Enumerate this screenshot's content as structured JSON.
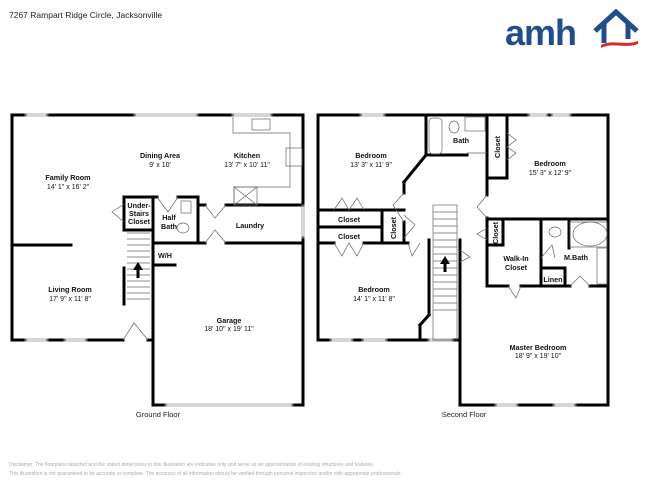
{
  "header": {
    "address": "7267 Rampart Ridge Circle, Jacksonville",
    "logo": {
      "text": "amh",
      "icon": "house-roof-icon",
      "brand_color": "#1f4e8c",
      "accent_color": "#d62b2b"
    }
  },
  "ground_floor": {
    "label": "Ground Floor",
    "rooms": {
      "family_room": {
        "name": "Family Room",
        "dims": "14' 1\" x 16' 2\""
      },
      "dining_area": {
        "name": "Dining Area",
        "dims": "9' x 10'"
      },
      "kitchen": {
        "name": "Kitchen",
        "dims": "13' 7\" x 10' 11\""
      },
      "under_stairs_closet": {
        "name_lines": [
          "Under-",
          "Stairs",
          "Closet"
        ]
      },
      "half_bath": {
        "name_lines": [
          "Half",
          "Bath"
        ]
      },
      "laundry": {
        "name": "Laundry"
      },
      "wh": {
        "name": "W/H"
      },
      "living_room": {
        "name": "Living Room",
        "dims": "17' 9\" x 11' 8\""
      },
      "garage": {
        "name": "Garage",
        "dims": "18' 10\" x 19' 11\""
      }
    }
  },
  "second_floor": {
    "label": "Second Floor",
    "rooms": {
      "bedroom_nw": {
        "name": "Bedroom",
        "dims": "13' 3\" x 11' 9\""
      },
      "bath": {
        "name": "Bath"
      },
      "closet_ne": {
        "name": "Closet"
      },
      "bedroom_ne": {
        "name": "Bedroom",
        "dims": "15' 3\" x 12' 9\""
      },
      "closet_1": {
        "name": "Closet"
      },
      "closet_2": {
        "name": "Closet"
      },
      "closet_v": {
        "name": "Closet"
      },
      "closet_hall": {
        "name": "Closet"
      },
      "walk_in_closet": {
        "name_lines": [
          "Walk-In",
          "Closet"
        ]
      },
      "m_bath": {
        "name": "M.Bath"
      },
      "linen": {
        "name": "Linen"
      },
      "bedroom_sw": {
        "name": "Bedroom",
        "dims": "14' 1\" x 11' 8\""
      },
      "master_bedroom": {
        "name": "Master Bedroom",
        "dims": "18' 9\" x 19' 10\""
      }
    }
  },
  "disclaimer": {
    "line1": "Disclaimer: The floorplans depicted and the stated dimensions in this illustration are indicative only and serve as an approximation of existing structures and features.",
    "line2": "This illustration is not guaranteed to be accurate or complete. The accuracy of all information should be verified through personal inspection and/or with appropriate professionals."
  }
}
